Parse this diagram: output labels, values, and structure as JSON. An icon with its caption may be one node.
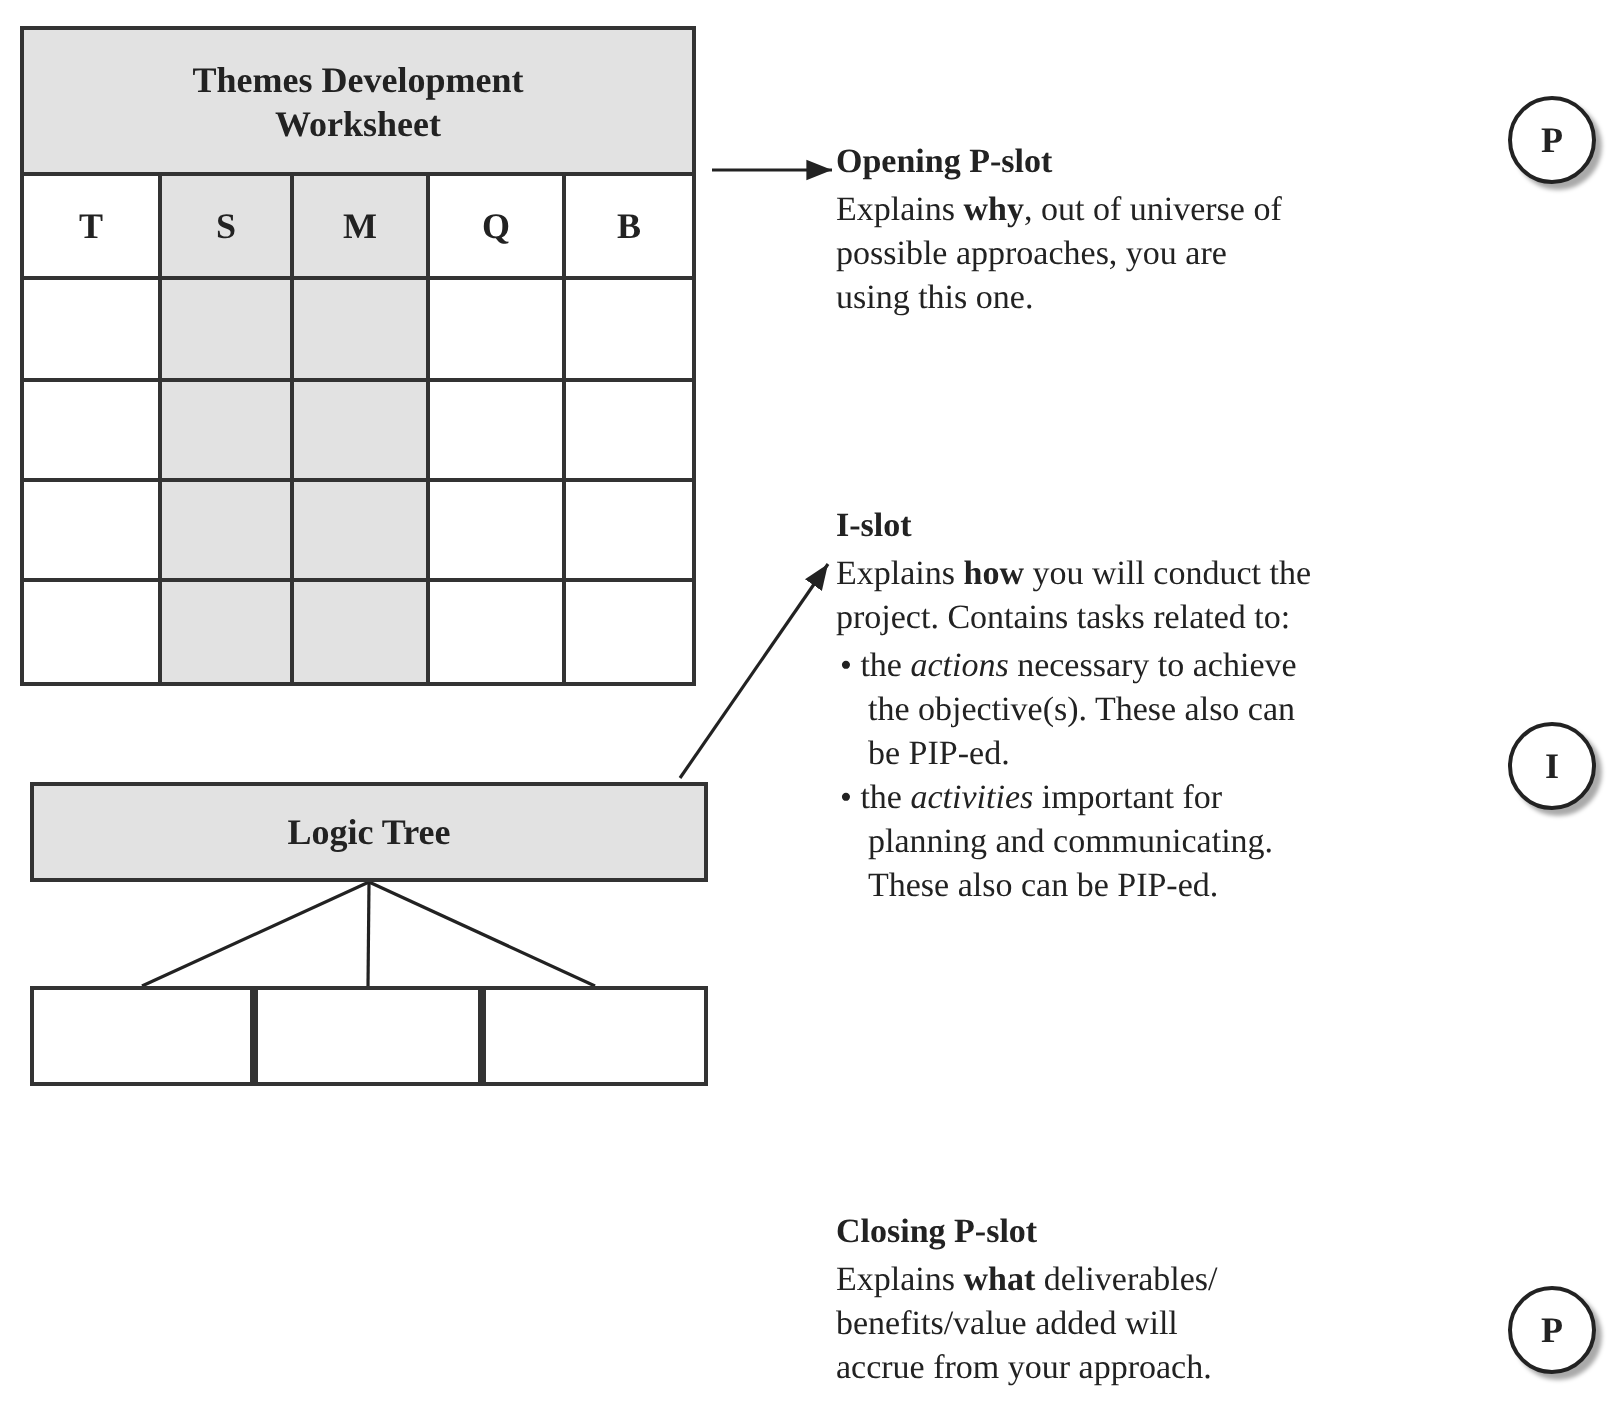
{
  "diagram": {
    "nodes": [
      {
        "text": [
          "Themes Development Worksheet"
        ]
      },
      {
        "text": [
          "Opening P-slot",
          "Explains **why**, out of universe of possible approaches, you are using this one."
        ]
      },
      {
        "text": [
          "P"
        ]
      },
      {
        "text": [
          "I-slot",
          "Explains **how** you will conduct the project. Contains tasks related to:",
          "• the *actions* necessary to achieve the objective(s). These also can be PIP-ed.",
          "• the *activities* important for planning and communicating. These also can be PIP-ed."
        ]
      },
      {
        "text": [
          "I"
        ]
      },
      {
        "text": [
          "Logic Tree"
        ]
      },
      {
        "text": [],
        "shape": "box"
      },
      {
        "text": [],
        "shape": "box"
      },
      {
        "text": [],
        "shape": "box"
      },
      {
        "text": [
          "P"
        ]
      }
    ],
    "edges": [
      {
        "from": 0,
        "to": 1,
        "arrow": "to"
      },
      {
        "from": 5,
        "to": 3,
        "arrow": "to"
      },
      {
        "from": 5,
        "to": 6,
        "arrow": "none"
      },
      {
        "from": 5,
        "to": 7,
        "arrow": "none"
      },
      {
        "from": 5,
        "to": 8,
        "arrow": "none"
      }
    ],
    "labels": [
      "T",
      "S",
      "M",
      "Q",
      "B",
      "Closing P-slot",
      "Explains **what** deliverables/ benefits/value added will accrue from your approach."
    ]
  }
}
